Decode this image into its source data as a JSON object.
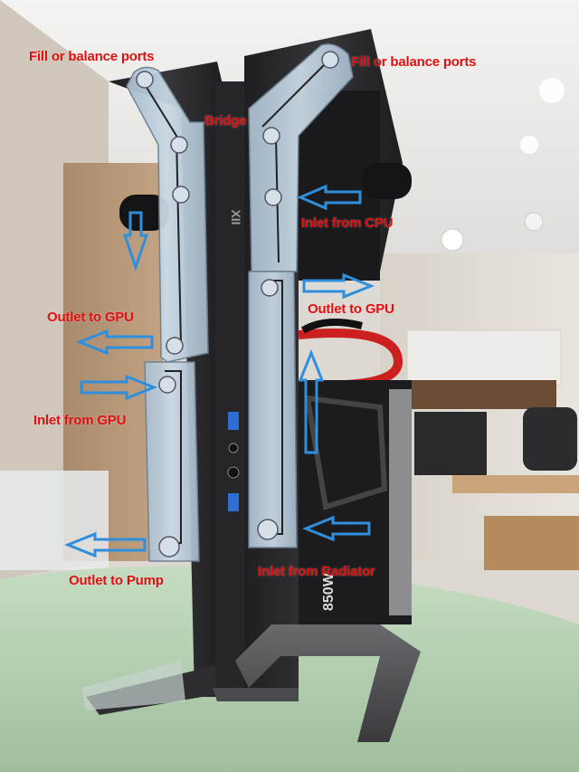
{
  "colors": {
    "annotation_text": "#e01010",
    "annotation_arrow": "#2f8fdc",
    "acrylic": "#b9cad8",
    "chassis": "#2b2b2e",
    "tablecloth": "#b9d3b6"
  },
  "annotations": {
    "fill_ports_left": "Fill or balance ports",
    "fill_ports_right": "Fill or balance ports",
    "bridge": "Bridge",
    "inlet_from_cpu": "Inlet from CPU",
    "outlet_to_gpu_left": "Outlet to GPU",
    "outlet_to_gpu_right": "Outlet to GPU",
    "inlet_from_gpu": "Inlet from GPU",
    "outlet_to_pump": "Outlet to Pump",
    "inlet_from_radiator": "Inlet from Radiator"
  },
  "case_marks": {
    "brand": "XII",
    "psu_wattage": "850W"
  }
}
